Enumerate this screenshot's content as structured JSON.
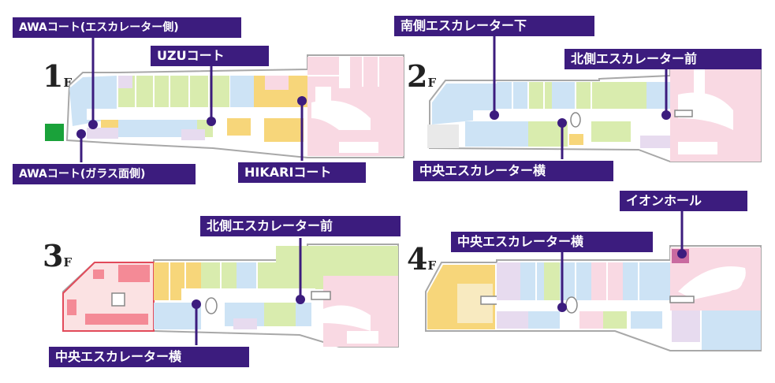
{
  "floors": [
    {
      "number": "1",
      "unit": "F"
    },
    {
      "number": "2",
      "unit": "F"
    },
    {
      "number": "3",
      "unit": "F"
    },
    {
      "number": "4",
      "unit": "F"
    }
  ],
  "points": {
    "awa_escalator": "AWAコート(エスカレーター側)",
    "awa_glass": "AWAコート(ガラス面側)",
    "uzu": "UZUコート",
    "hikari": "HIKARIコート",
    "south_escalator_2f": "南側エスカレーター下",
    "north_escalator_2f": "北側エスカレーター前",
    "central_escalator_2f": "中央エスカレーター横",
    "north_escalator_3f": "北側エスカレーター前",
    "central_escalator_3f": "中央エスカレーター横",
    "central_escalator_4f": "中央エスカレーター横",
    "aeon_hall": "イオンホール"
  },
  "colors": {
    "label_bg": "#3c1c7e",
    "zone_green": "#d9ecae",
    "zone_blue": "#cde3f5",
    "zone_pink": "#f9d9e3",
    "zone_yellow": "#f7d67a",
    "zone_lavender": "#e7dbef",
    "zone_red": "#f48a96",
    "exit_green": "#1aa23a",
    "corridor": "#ffffff",
    "outline": "#9a9a9a"
  }
}
